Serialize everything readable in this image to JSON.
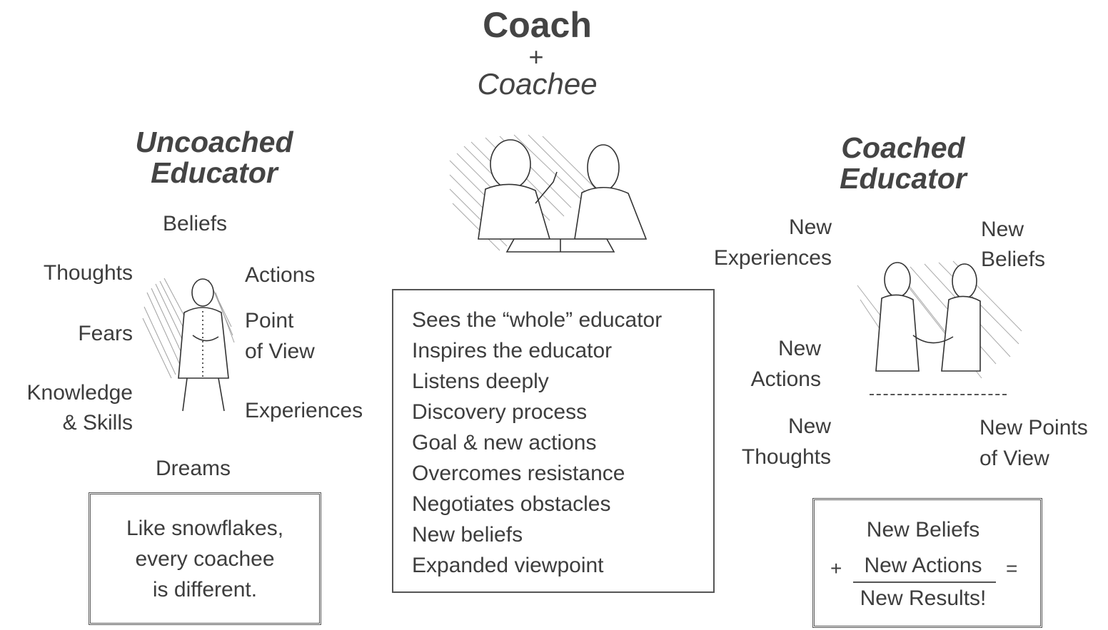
{
  "top": {
    "coach": "Coach",
    "plus": "+",
    "coachee": "Coachee"
  },
  "uncoached": {
    "title_line1": "Uncoached",
    "title_line2": "Educator",
    "beliefs": "Beliefs",
    "thoughts": "Thoughts",
    "actions": "Actions",
    "fears": "Fears",
    "point": "Point",
    "of_view": "of View",
    "knowledge": "Knowledge",
    "skills": "& Skills",
    "experiences": "Experiences",
    "dreams": "Dreams",
    "snow_line1": "Like snowflakes,",
    "snow_line2": "every coachee",
    "snow_line3": "is different."
  },
  "center_box": {
    "items": [
      "Sees the “whole” educator",
      "Inspires the educator",
      "Listens deeply",
      "Discovery process",
      "Goal & new actions",
      "Overcomes resistance",
      "Negotiates obstacles",
      "New beliefs",
      "Expanded viewpoint"
    ]
  },
  "coached": {
    "title_line1": "Coached",
    "title_line2": "Educator",
    "new_exp_1": "New",
    "new_exp_2": "Experiences",
    "new_bel_1": "New",
    "new_bel_2": "Beliefs",
    "new_act_1": "New",
    "new_act_2": "Actions",
    "new_tho_1": "New",
    "new_tho_2": "Thoughts",
    "new_pov_1": "New Points",
    "new_pov_2": "of View"
  },
  "formula": {
    "line1": "New Beliefs",
    "plus": "+",
    "line2": "New Actions",
    "equals": "=",
    "result": "New Results!"
  }
}
